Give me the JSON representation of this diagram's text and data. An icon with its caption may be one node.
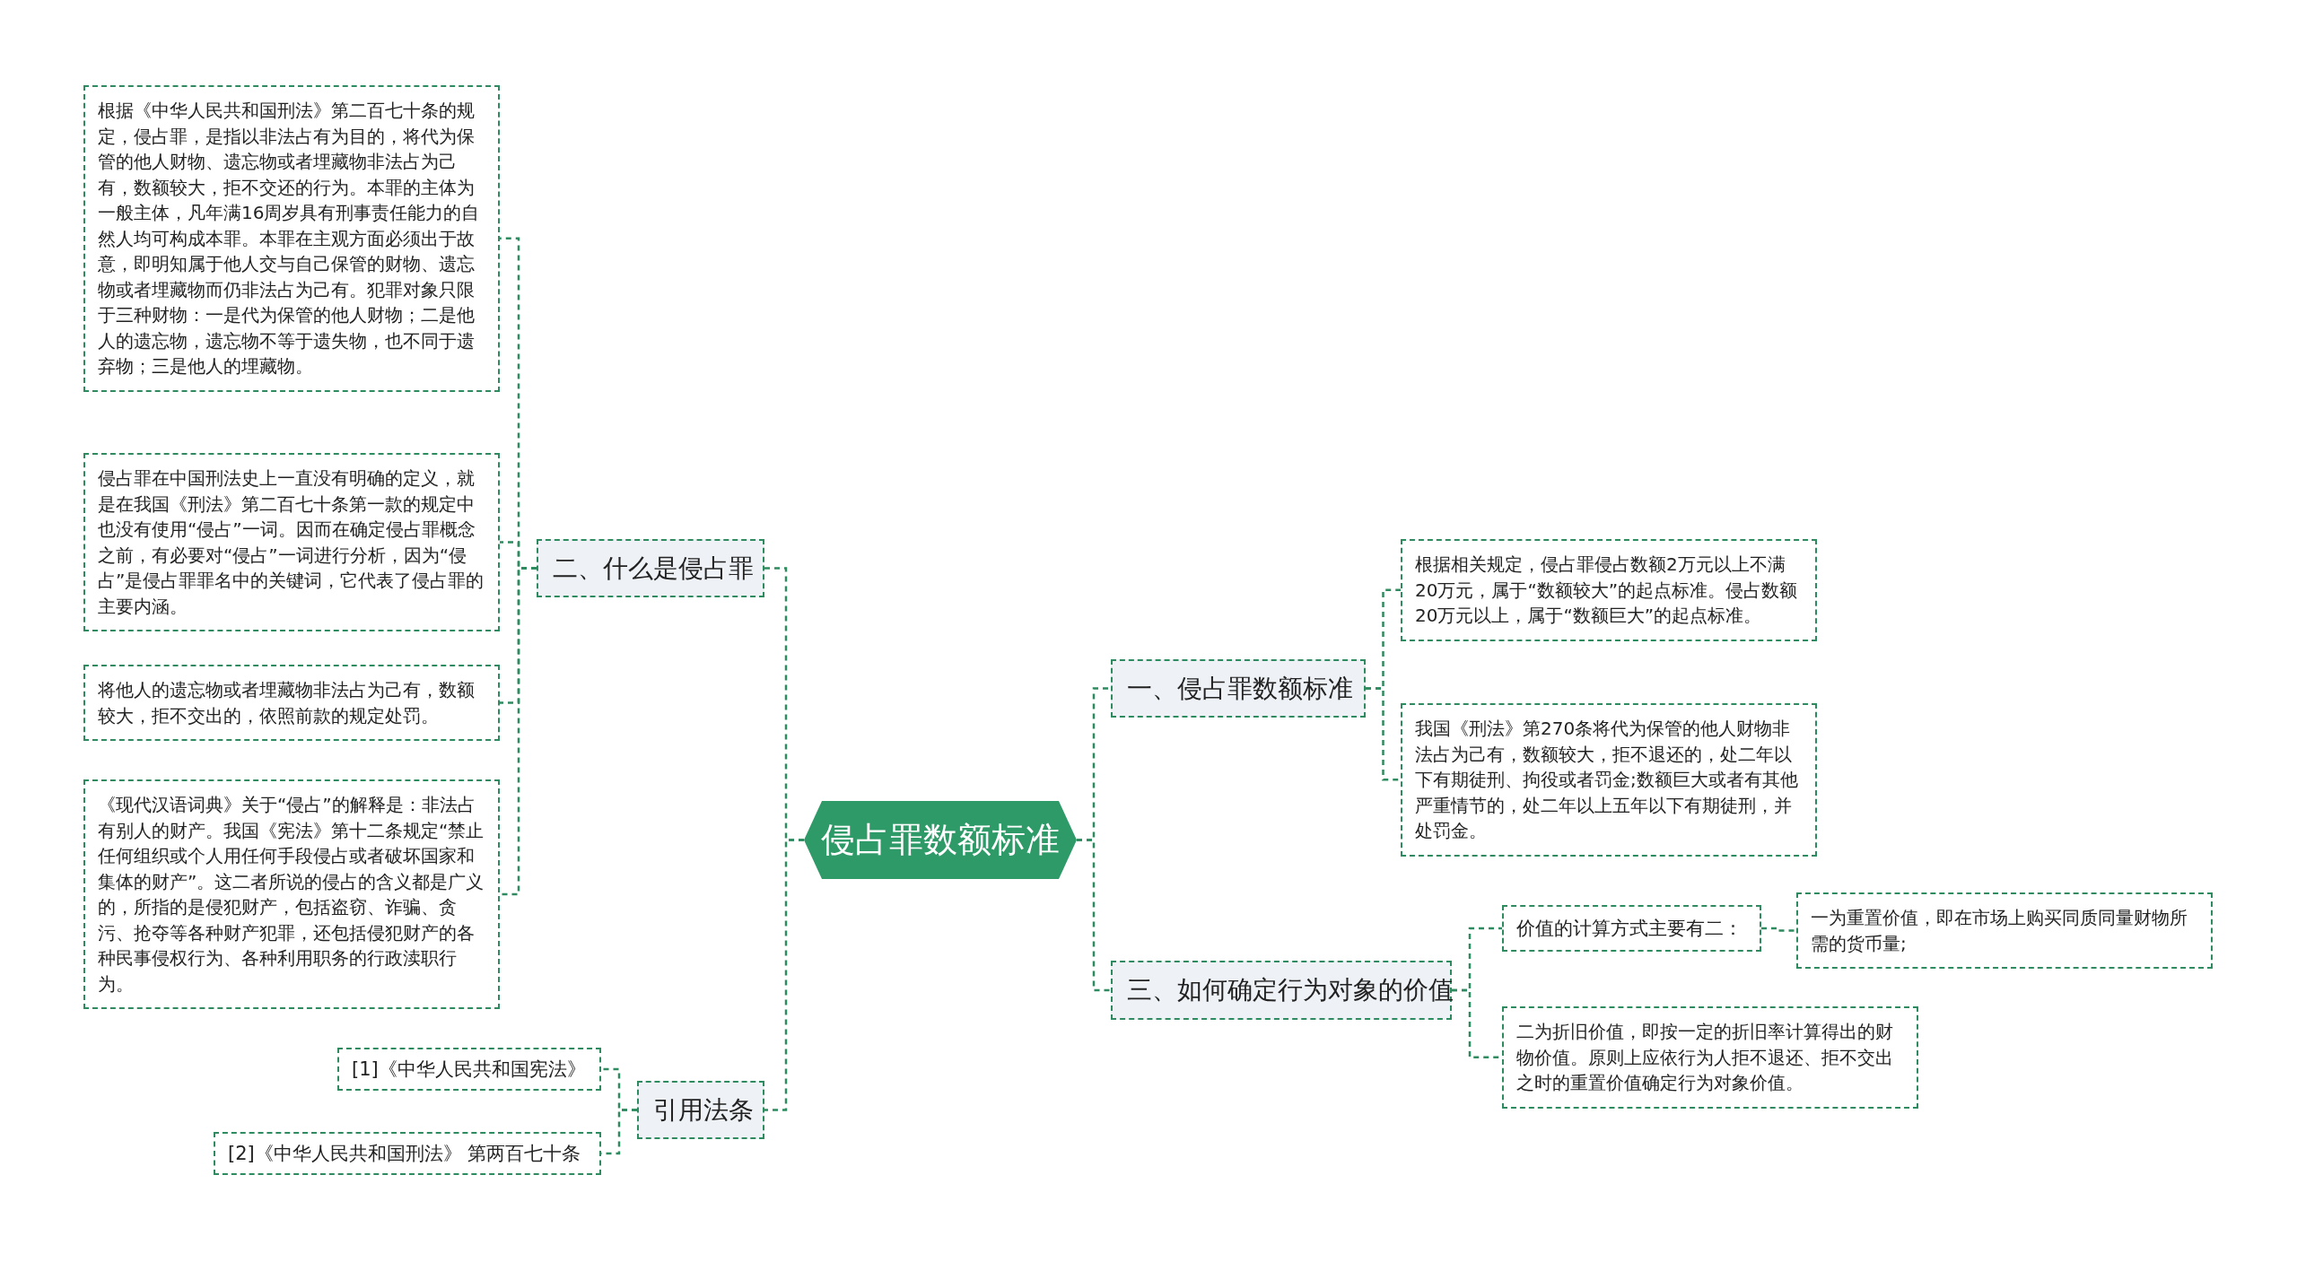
{
  "diagram": {
    "nodes": [
      {
        "text": [
          "侵占罪数额标准"
        ]
      },
      {
        "text": [
          "二、什么是侵占罪"
        ]
      },
      {
        "text": [
          "根据《中华人民共和国刑法》第二百七十条的规定，侵占罪，是指以非法占有为目的，将代为保管的他人财物、遗忘物或者埋藏物非法占为己有，数额较大，拒不交还的行为。本罪的主体为一般主体，凡年满16周岁具有刑事责任能力的自然人均可构成本罪。本罪在主观方面必须出于故意，即明知属于他人交与自己保管的财物、遗忘物或者埋藏物而仍非法占为己有。犯罪对象只限于三种财物：一是代为保管的他人财物；二是他人的遗忘物，遗忘物不等于遗失物，也不同于遗弃物；三是他人的埋藏物。"
        ]
      },
      {
        "text": [
          "侵占罪在中国刑法史上一直没有明确的定义，就是在我国《刑法》第二百七十条第一款的规定中也没有使用“侵占”一词。因而在确定侵占罪概念之前，有必要对“侵占”一词进行分析，因为“侵占”是侵占罪罪名中的关键词，它代表了侵占罪的主要内涵。"
        ]
      },
      {
        "text": [
          "将他人的遗忘物或者埋藏物非法占为己有，数额较大，拒不交出的，依照前款的规定处罚。"
        ]
      },
      {
        "text": [
          "《现代汉语词典》关于“侵占”的解释是：非法占有别人的财产。我国《宪法》第十二条规定“禁止任何组织或个人用任何手段侵占或者破坏国家和集体的财产”。这二者所说的侵占的含义都是广义的，所指的是侵犯财产，包括盗窃、诈骗、贪污、抢夺等各种财产犯罪，还包括侵犯财产的各种民事侵权行为、各种利用职务的行政渎职行为。"
        ]
      },
      {
        "text": [
          "引用法条"
        ]
      },
      {
        "text": [
          "[1]《中华人民共和国宪法》"
        ]
      },
      {
        "text": [
          "[2]《中华人民共和国刑法》 第两百七十条"
        ]
      },
      {
        "text": [
          "一、侵占罪数额标准"
        ]
      },
      {
        "text": [
          "根据相关规定，侵占罪侵占数额2万元以上不满20万元，属于“数额较大”的起点标准。侵占数额20万元以上，属于“数额巨大”的起点标准。"
        ]
      },
      {
        "text": [
          "我国《刑法》第270条将代为保管的他人财物非法占为己有，数额较大，拒不退还的，处二年以下有期徒刑、拘役或者罚金;数额巨大或者有其他严重情节的，处二年以上五年以下有期徒刑，并处罚金。"
        ]
      },
      {
        "text": [
          "三、如何确定行为对象的价值"
        ]
      },
      {
        "text": [
          "价值的计算方式主要有二："
        ]
      },
      {
        "text": [
          "一为重置价值，即在市场上购买同质同量财物所需的货币量;"
        ]
      },
      {
        "text": [
          "二为折旧价值，即按一定的折旧率计算得出的财物价值。原则上应依行为人拒不退还、拒不交出之时的重置价值确定行为对象价值。"
        ]
      }
    ],
    "edges": [
      {
        "from": 0,
        "to": 1,
        "arrow": "none"
      },
      {
        "from": 1,
        "to": 2,
        "arrow": "none"
      },
      {
        "from": 1,
        "to": 3,
        "arrow": "none"
      },
      {
        "from": 1,
        "to": 4,
        "arrow": "none"
      },
      {
        "from": 1,
        "to": 5,
        "arrow": "none"
      },
      {
        "from": 0,
        "to": 6,
        "arrow": "none"
      },
      {
        "from": 6,
        "to": 7,
        "arrow": "none"
      },
      {
        "from": 6,
        "to": 8,
        "arrow": "none"
      },
      {
        "from": 0,
        "to": 9,
        "arrow": "none"
      },
      {
        "from": 9,
        "to": 10,
        "arrow": "none"
      },
      {
        "from": 9,
        "to": 11,
        "arrow": "none"
      },
      {
        "from": 0,
        "to": 12,
        "arrow": "none"
      },
      {
        "from": 12,
        "to": 13,
        "arrow": "none"
      },
      {
        "from": 13,
        "to": 14,
        "arrow": "none"
      },
      {
        "from": 12,
        "to": 15,
        "arrow": "none"
      }
    ]
  }
}
